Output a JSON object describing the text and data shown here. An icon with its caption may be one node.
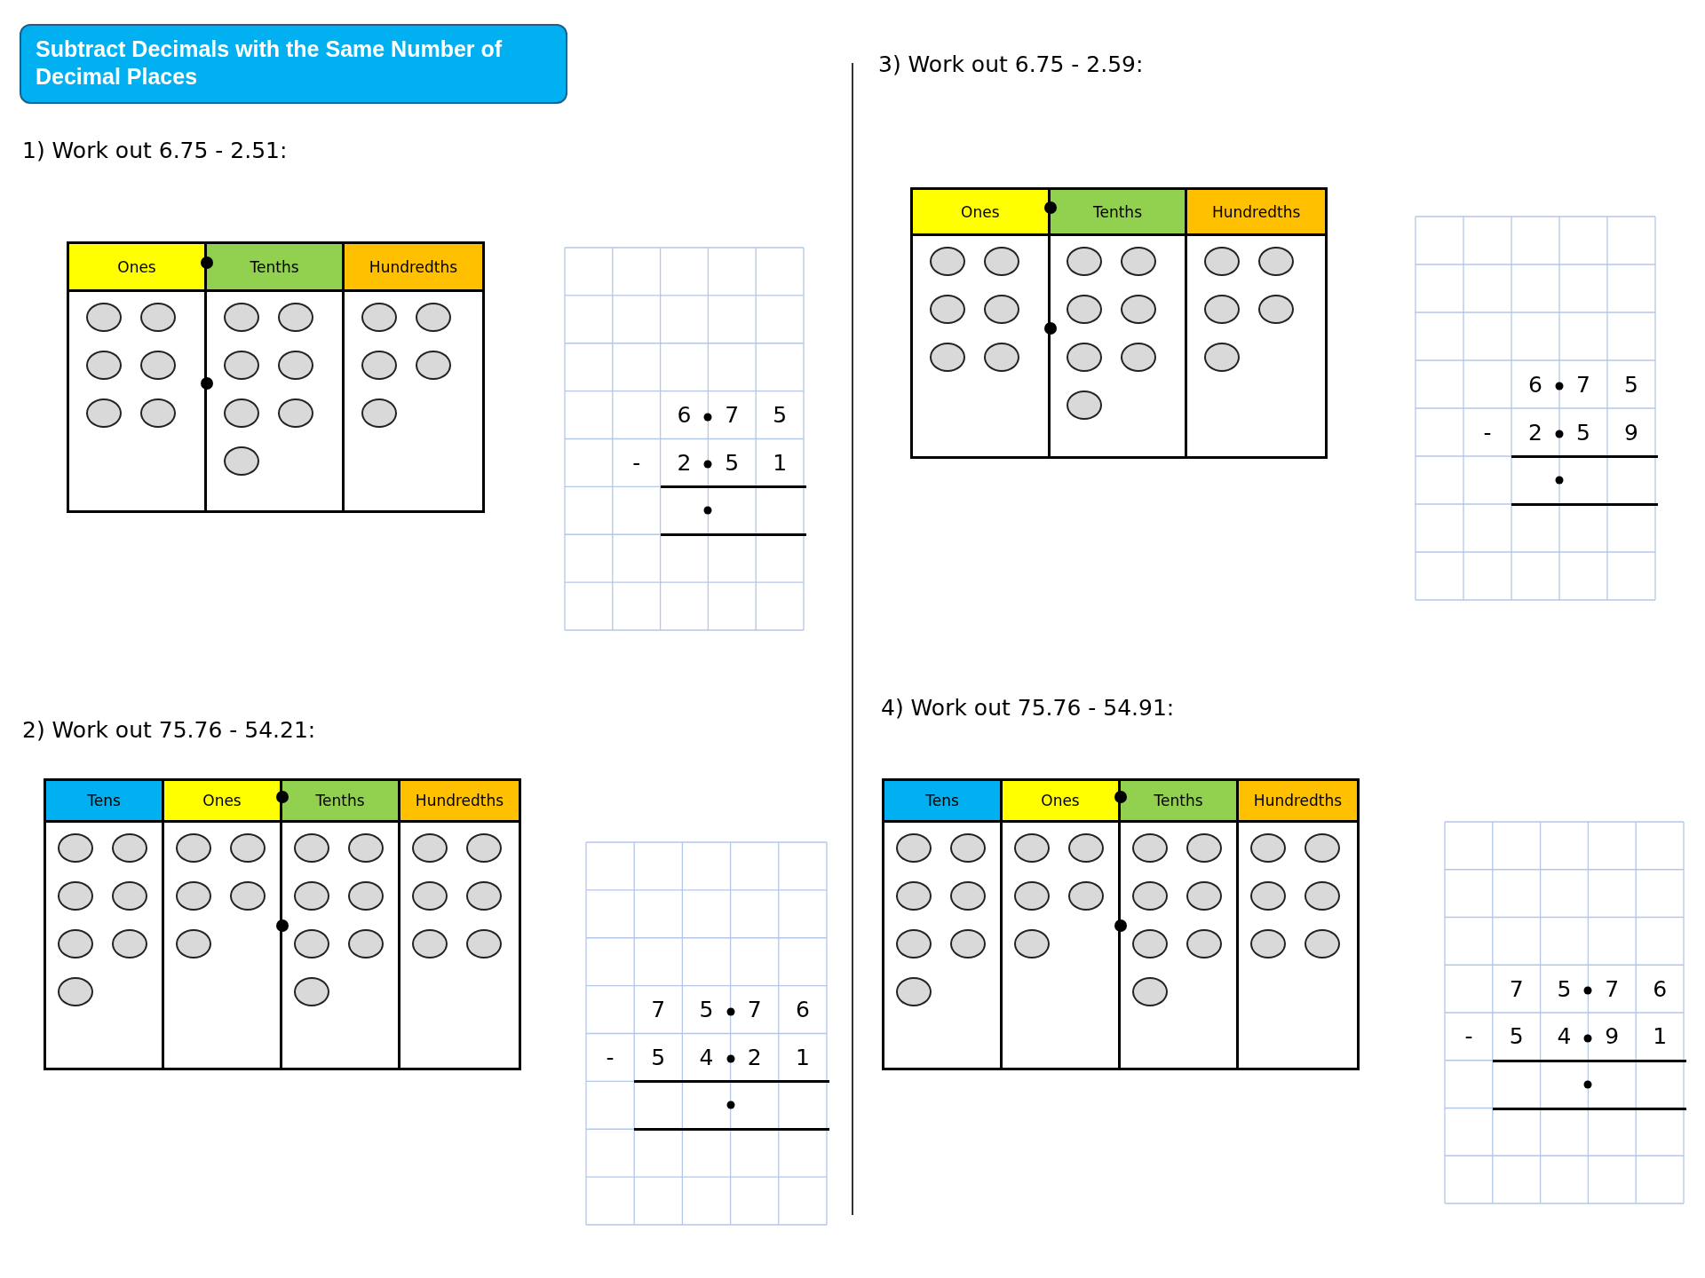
{
  "diagram": {
    "nodes": [
      {
        "text": [
          "Subtract Decimals with the Same Number of Decimal Places"
        ]
      },
      {
        "text": [],
        "shape": "box"
      },
      {
        "text": [
          "Ones"
        ],
        "in": 1
      },
      {
        "text": [
          "Tenths"
        ],
        "in": 1
      },
      {
        "text": [
          "Hundredths"
        ],
        "in": 1
      },
      {
        "text": [],
        "shape": "box",
        "in": 1
      },
      {
        "text": [],
        "shape": "circle",
        "in": 5
      },
      {
        "text": [],
        "shape": "circle",
        "in": 5
      },
      {
        "text": [],
        "shape": "circle",
        "in": 5
      },
      {
        "text": [],
        "shape": "circle",
        "in": 5
      },
      {
        "text": [],
        "shape": "circle",
        "in": 5
      },
      {
        "text": [],
        "shape": "circle",
        "in": 5
      },
      {
        "text": [],
        "shape": "box",
        "in": 1
      },
      {
        "text": [],
        "shape": "circle",
        "in": 12
      },
      {
        "text": [],
        "shape": "circle",
        "in": 12
      },
      {
        "text": [],
        "shape": "circle",
        "in": 12
      },
      {
        "text": [],
        "shape": "circle",
        "in": 12
      },
      {
        "text": [],
        "shape": "circle",
        "in": 12
      },
      {
        "text": [],
        "shape": "circle",
        "in": 12
      },
      {
        "text": [],
        "shape": "circle",
        "in": 12
      },
      {
        "text": [],
        "shape": "box",
        "in": 1
      },
      {
        "text": [],
        "shape": "circle",
        "in": 20
      },
      {
        "text": [],
        "shape": "circle",
        "in": 20
      },
      {
        "text": [],
        "shape": "circle",
        "in": 20
      },
      {
        "text": [],
        "shape": "circle",
        "in": 20
      },
      {
        "text": [],
        "shape": "circle",
        "in": 20
      },
      {
        "text": [],
        "shape": "box"
      },
      {
        "text": [
          "Tens"
        ],
        "in": 26
      },
      {
        "text": [
          "Ones"
        ],
        "in": 26
      },
      {
        "text": [
          "Tenths"
        ],
        "in": 26
      },
      {
        "text": [
          "Hundredths"
        ],
        "in": 26
      },
      {
        "text": [],
        "shape": "box",
        "in": 26
      },
      {
        "text": [],
        "shape": "circle",
        "in": 31
      },
      {
        "text": [],
        "shape": "circle",
        "in": 31
      },
      {
        "text": [],
        "shape": "circle",
        "in": 31
      },
      {
        "text": [],
        "shape": "circle",
        "in": 31
      },
      {
        "text": [],
        "shape": "circle",
        "in": 31
      },
      {
        "text": [],
        "shape": "circle",
        "in": 31
      },
      {
        "text": [],
        "shape": "circle",
        "in": 31
      },
      {
        "text": [],
        "shape": "box",
        "in": 26
      },
      {
        "text": [],
        "shape": "circle",
        "in": 39
      },
      {
        "text": [],
        "shape": "circle",
        "in": 39
      },
      {
        "text": [],
        "shape": "circle",
        "in": 39
      },
      {
        "text": [],
        "shape": "circle",
        "in": 39
      },
      {
        "text": [],
        "shape": "circle",
        "in": 39
      },
      {
        "text": [],
        "shape": "box",
        "in": 26
      },
      {
        "text": [],
        "shape": "circle",
        "in": 45
      },
      {
        "text": [],
        "shape": "circle",
        "in": 45
      },
      {
        "text": [],
        "shape": "circle",
        "in": 45
      },
      {
        "text": [],
        "shape": "circle",
        "in": 45
      },
      {
        "text": [],
        "shape": "circle",
        "in": 45
      },
      {
        "text": [],
        "shape": "circle",
        "in": 45
      },
      {
        "text": [],
        "shape": "circle",
        "in": 45
      },
      {
        "text": [],
        "shape": "box",
        "in": 26
      },
      {
        "text": [],
        "shape": "circle",
        "in": 53
      },
      {
        "text": [],
        "shape": "circle",
        "in": 53
      },
      {
        "text": [],
        "shape": "circle",
        "in": 53
      },
      {
        "text": [],
        "shape": "circle",
        "in": 53
      },
      {
        "text": [],
        "shape": "circle",
        "in": 53
      },
      {
        "text": [],
        "shape": "circle",
        "in": 53
      },
      {
        "text": [],
        "shape": "box"
      },
      {
        "text": [
          "Ones"
        ],
        "in": 60
      },
      {
        "text": [
          "Tenths"
        ],
        "in": 60
      },
      {
        "text": [
          "Hundredths"
        ],
        "in": 60
      },
      {
        "text": [],
        "shape": "box",
        "in": 60
      },
      {
        "text": [],
        "shape": "circle",
        "in": 64
      },
      {
        "text": [],
        "shape": "circle",
        "in": 64
      },
      {
        "text": [],
        "shape": "circle",
        "in": 64
      },
      {
        "text": [],
        "shape": "circle",
        "in": 64
      },
      {
        "text": [],
        "shape": "circle",
        "in": 64
      },
      {
        "text": [],
        "shape": "circle",
        "in": 64
      },
      {
        "text": [],
        "shape": "box",
        "in": 60
      },
      {
        "text": [],
        "shape": "circle",
        "in": 71
      },
      {
        "text": [],
        "shape": "circle",
        "in": 71
      },
      {
        "text": [],
        "shape": "circle",
        "in": 71
      },
      {
        "text": [],
        "shape": "circle",
        "in": 71
      },
      {
        "text": [],
        "shape": "circle",
        "in": 71
      },
      {
        "text": [],
        "shape": "circle",
        "in": 71
      },
      {
        "text": [],
        "shape": "circle",
        "in": 71
      },
      {
        "text": [],
        "shape": "box",
        "in": 60
      },
      {
        "text": [],
        "shape": "circle",
        "in": 79
      },
      {
        "text": [],
        "shape": "circle",
        "in": 79
      },
      {
        "text": [],
        "shape": "circle",
        "in": 79
      },
      {
        "text": [],
        "shape": "circle",
        "in": 79
      },
      {
        "text": [],
        "shape": "circle",
        "in": 79
      },
      {
        "text": [],
        "shape": "box"
      },
      {
        "text": [
          "Tens"
        ],
        "in": 85
      },
      {
        "text": [
          "Ones"
        ],
        "in": 85
      },
      {
        "text": [
          "Tenths"
        ],
        "in": 85
      },
      {
        "text": [
          "Hundredths"
        ],
        "in": 85
      },
      {
        "text": [],
        "shape": "box",
        "in": 85
      },
      {
        "text": [],
        "shape": "circle",
        "in": 90
      },
      {
        "text": [],
        "shape": "circle",
        "in": 90
      },
      {
        "text": [],
        "shape": "circle",
        "in": 90
      },
      {
        "text": [],
        "shape": "circle",
        "in": 90
      },
      {
        "text": [],
        "shape": "circle",
        "in": 90
      },
      {
        "text": [],
        "shape": "circle",
        "in": 90
      },
      {
        "text": [],
        "shape": "circle",
        "in": 90
      },
      {
        "text": [],
        "shape": "box",
        "in": 85
      },
      {
        "text": [],
        "shape": "circle",
        "in": 98
      },
      {
        "text": [],
        "shape": "circle",
        "in": 98
      },
      {
        "text": [],
        "shape": "circle",
        "in": 98
      },
      {
        "text": [],
        "shape": "circle",
        "in": 98
      },
      {
        "text": [],
        "shape": "circle",
        "in": 98
      },
      {
        "text": [],
        "shape": "box",
        "in": 85
      },
      {
        "text": [],
        "shape": "circle",
        "in": 104
      },
      {
        "text": [],
        "shape": "circle",
        "in": 104
      },
      {
        "text": [],
        "shape": "circle",
        "in": 104
      },
      {
        "text": [],
        "shape": "circle",
        "in": 104
      },
      {
        "text": [],
        "shape": "circle",
        "in": 104
      },
      {
        "text": [],
        "shape": "circle",
        "in": 104
      },
      {
        "text": [],
        "shape": "circle",
        "in": 104
      },
      {
        "text": [],
        "shape": "box",
        "in": 85
      },
      {
        "text": [],
        "shape": "circle",
        "in": 112
      },
      {
        "text": [],
        "shape": "circle",
        "in": 112
      },
      {
        "text": [],
        "shape": "circle",
        "in": 112
      },
      {
        "text": [],
        "shape": "circle",
        "in": 112
      },
      {
        "text": [],
        "shape": "circle",
        "in": 112
      },
      {
        "text": [],
        "shape": "circle",
        "in": 112
      }
    ],
    "labels": [
      "1) Work out 6.75 - 2.51:",
      "6",
      "7",
      "5",
      "-",
      "2",
      "5",
      "1",
      "2) Work out 75.76 - 54.21:",
      "7",
      "5",
      "7",
      "6",
      "-",
      "5",
      "4",
      "2",
      "1",
      "3) Work out 6.75 - 2.59:",
      "6",
      "7",
      "5",
      "-",
      "2",
      "5",
      "9",
      "4) Work out 75.76 - 54.91:",
      "7",
      "5",
      "7",
      "6",
      "-",
      "5",
      "4",
      "9",
      "1"
    ]
  }
}
